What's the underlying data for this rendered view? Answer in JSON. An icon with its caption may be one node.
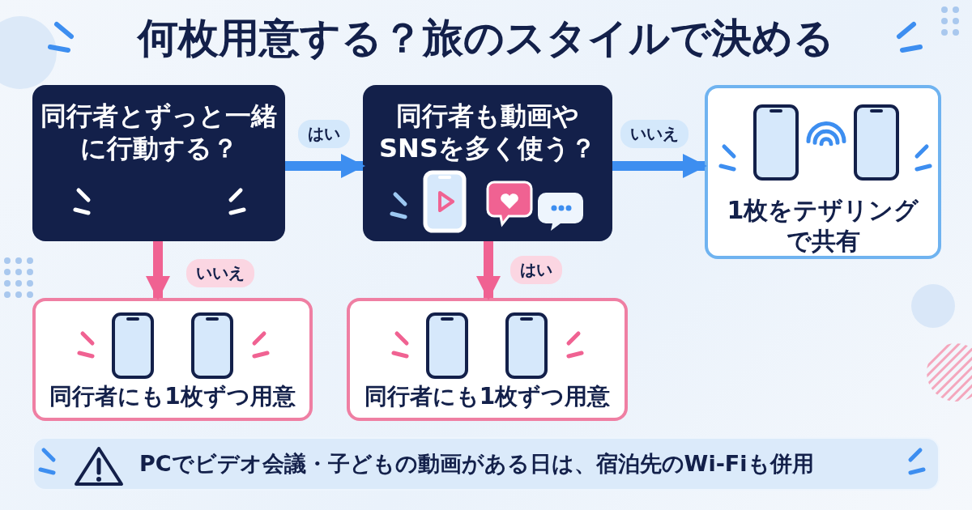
{
  "diagram": {
    "title": "何枚用意する？旅のスタイルで決める",
    "nodes": [
      {
        "text": [
          "同行者とずっと一緒に行動する？"
        ]
      },
      {
        "text": [
          "同行者も動画やSNSを多く使う？"
        ]
      },
      {
        "text": [
          "1枚をテザリングで共有"
        ]
      },
      {
        "text": [
          "同行者にも1枚ずつ用意"
        ]
      },
      {
        "text": [
          "同行者にも1枚ずつ用意"
        ]
      },
      {
        "text": [
          "PCでビデオ会議・子どもの動画がある日は、宿泊先のWi-Fiも併用"
        ]
      }
    ],
    "edges": [
      {
        "from": 0,
        "to": 1,
        "arrow": "to",
        "label": "はい"
      },
      {
        "from": 1,
        "to": 2,
        "arrow": "to",
        "label": "いいえ"
      },
      {
        "from": 0,
        "to": 3,
        "arrow": "to",
        "label": "いいえ",
        "color": "#f06292"
      },
      {
        "from": 1,
        "to": 4,
        "arrow": "to",
        "label": "はい",
        "color": "#f06292"
      }
    ]
  }
}
